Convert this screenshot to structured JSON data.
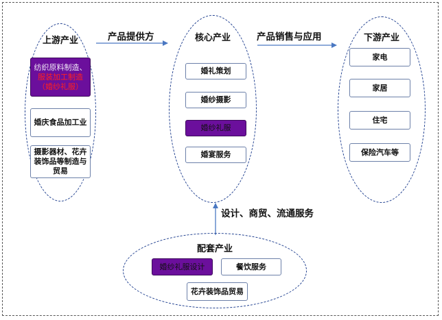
{
  "upstream": {
    "title": "上游产业",
    "purple_box_lines": [
      "纺织原料制造、",
      "服装加工制造",
      "（婚纱礼服）"
    ],
    "food": "婚庆食品加工业",
    "equipment": "摄影器材、花卉装饰品等制造与贸易"
  },
  "core": {
    "title": "核心产业",
    "items": [
      "婚礼策划",
      "婚纱摄影",
      "婚纱礼服",
      "婚宴服务"
    ]
  },
  "downstream": {
    "title": "下游产业",
    "items": [
      "家电",
      "家居",
      "住宅",
      "保险汽车等"
    ]
  },
  "support": {
    "title": "配套产业",
    "gown_design": "婚纱礼服设计",
    "catering": "餐饮服务",
    "flower_trade": "花卉装饰品贸易"
  },
  "edges": {
    "supplier": "产品提供方",
    "sales": "产品销售与应用",
    "services": "设计、商贸、流通服务"
  },
  "colors": {
    "highlight_purple": "#6b0f9c",
    "ellipse_border": "#1f3f8f",
    "arrow": "#4a78c2",
    "red_text": "#ff2020"
  }
}
